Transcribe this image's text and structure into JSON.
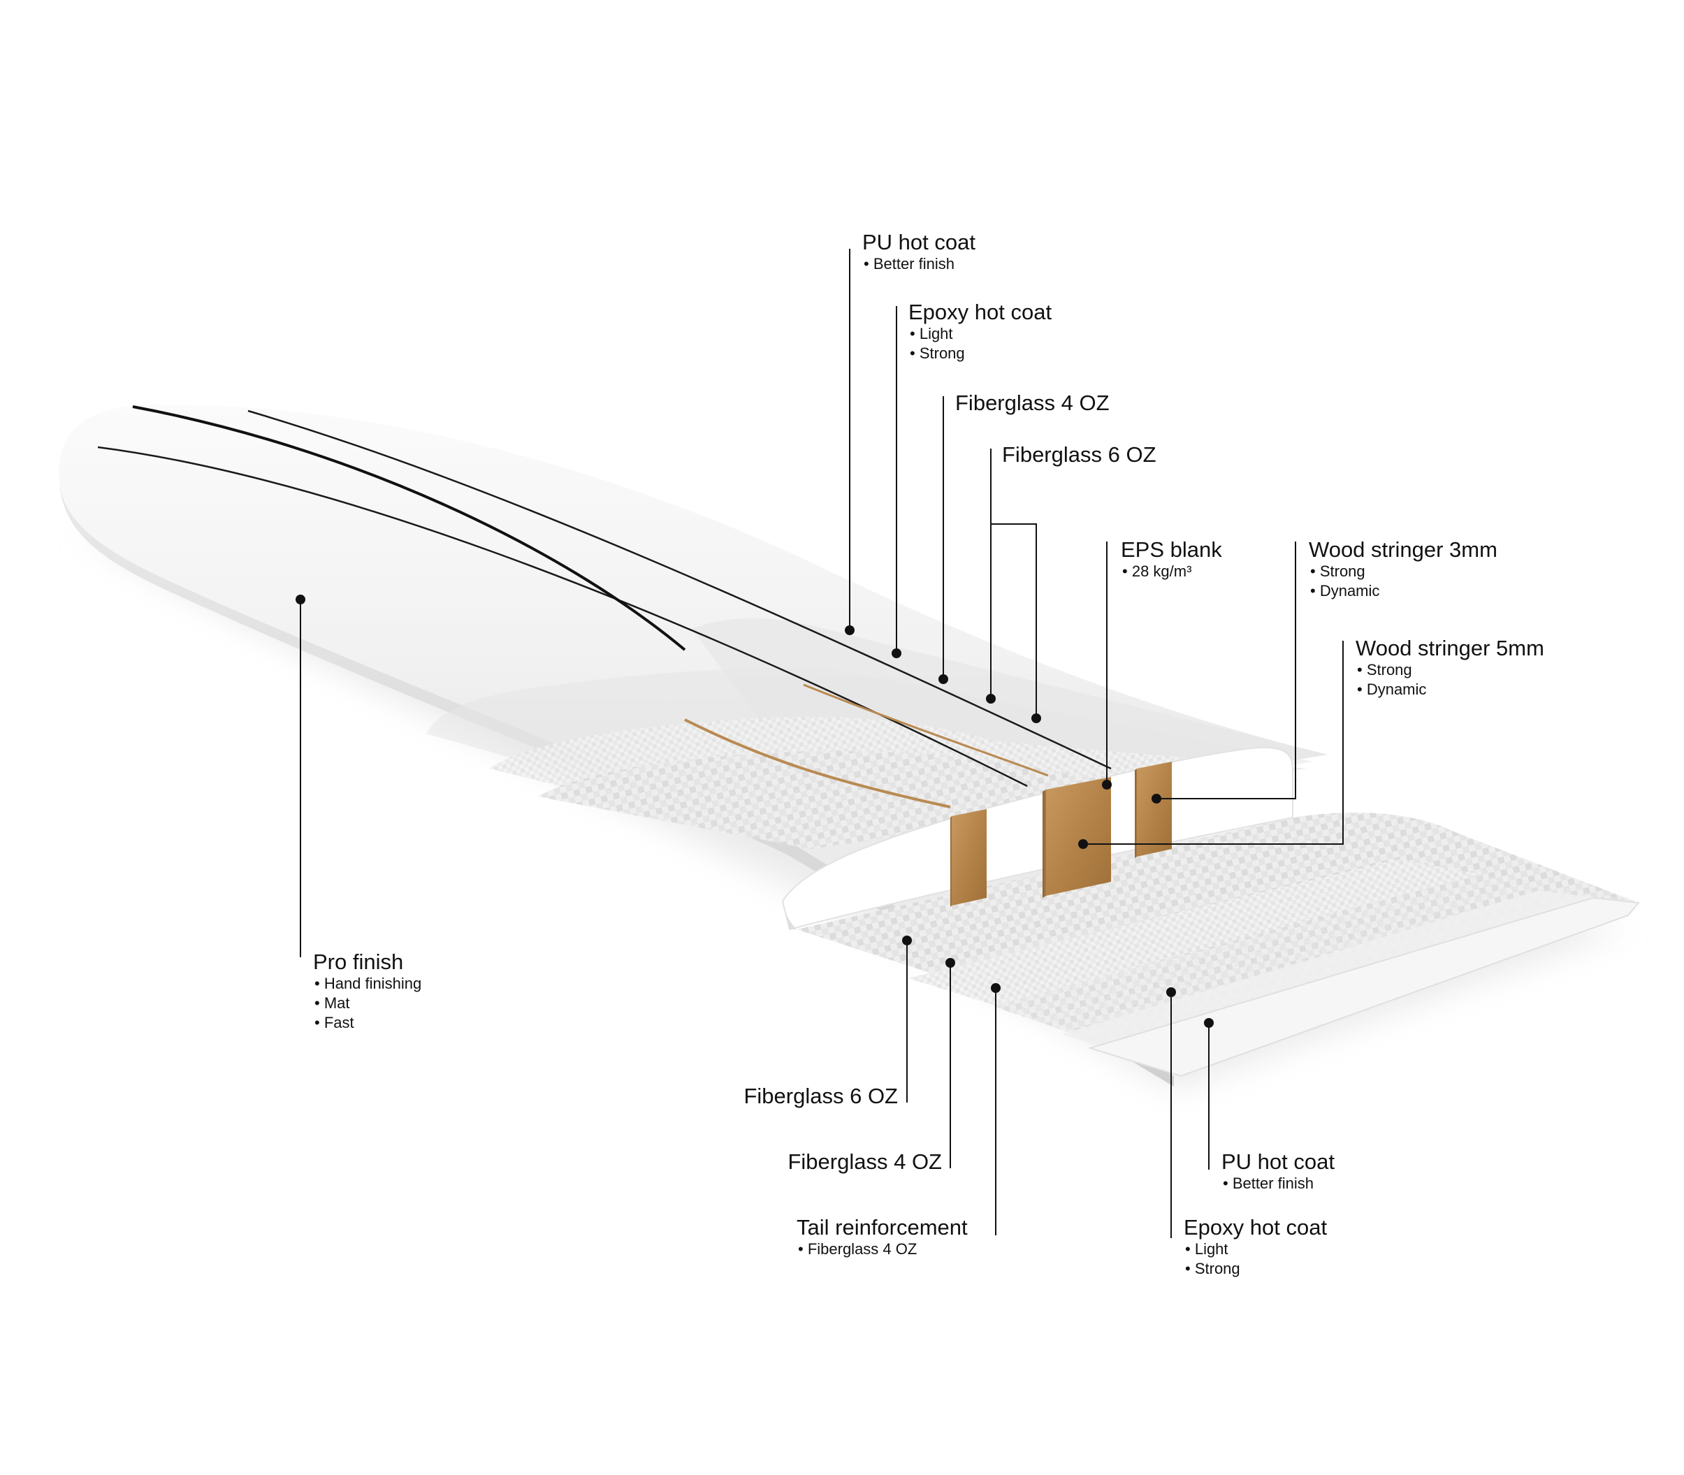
{
  "labels": {
    "pu_hot_coat_top": {
      "title": "PU hot coat",
      "bullets": [
        "Better finish"
      ]
    },
    "epoxy_hot_coat_top": {
      "title": "Epoxy hot coat",
      "bullets": [
        "Light",
        "Strong"
      ]
    },
    "fiberglass_4oz_top": {
      "title": "Fiberglass 4 OZ",
      "bullets": []
    },
    "fiberglass_6oz_top": {
      "title": "Fiberglass 6 OZ",
      "bullets": []
    },
    "eps_blank": {
      "title": "EPS blank",
      "bullets": [
        "28 kg/m³"
      ]
    },
    "wood_stringer_3mm": {
      "title": "Wood stringer 3mm",
      "bullets": [
        "Strong",
        "Dynamic"
      ]
    },
    "wood_stringer_5mm": {
      "title": "Wood stringer 5mm",
      "bullets": [
        "Strong",
        "Dynamic"
      ]
    },
    "pro_finish": {
      "title": "Pro finish",
      "bullets": [
        "Hand finishing",
        "Mat",
        "Fast"
      ]
    },
    "fiberglass_6oz_bottom": {
      "title": "Fiberglass 6 OZ",
      "bullets": []
    },
    "fiberglass_4oz_bottom": {
      "title": "Fiberglass 4 OZ",
      "bullets": []
    },
    "tail_reinforcement": {
      "title": "Tail reinforcement",
      "bullets": [
        "Fiberglass 4 OZ"
      ]
    },
    "pu_hot_coat_bottom": {
      "title": "PU hot coat",
      "bullets": [
        "Better finish"
      ]
    },
    "epoxy_hot_coat_bottom": {
      "title": "Epoxy hot coat",
      "bullets": [
        "Light",
        "Strong"
      ]
    }
  },
  "colors": {
    "board": "#f4f4f4",
    "wood": "#b98a52",
    "leader": "#111111"
  }
}
